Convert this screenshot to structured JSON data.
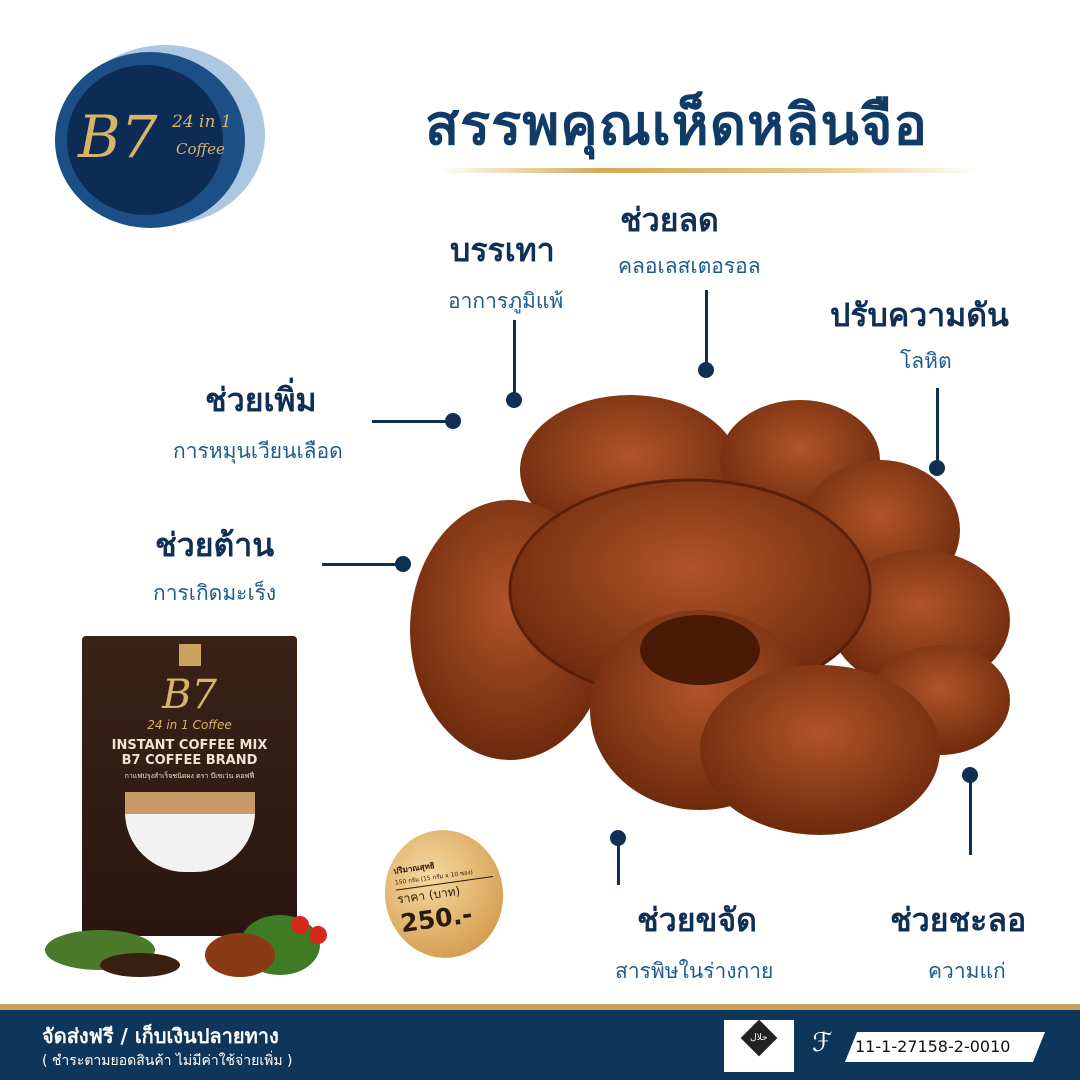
{
  "logo": {
    "brand": "B7",
    "tagline": "24 in 1",
    "sub": "Coffee"
  },
  "title": "สรรพคุณเห็ดหลินจือ",
  "benefits": [
    {
      "heading": "ช่วยลด",
      "sub": "คลอเลสเตอรอล"
    },
    {
      "heading": "บรรเทา",
      "sub": "อาการภูมิแพ้"
    },
    {
      "heading": "ปรับความดัน",
      "sub": "โลหิต"
    },
    {
      "heading": "ช่วยเพิ่ม",
      "sub": "การหมุนเวียนเลือด"
    },
    {
      "heading": "ช่วยต้าน",
      "sub": "การเกิดมะเร็ง"
    },
    {
      "heading": "ช่วยขจัด",
      "sub": "สารพิษในร่างกาย"
    },
    {
      "heading": "ช่วยชะลอ",
      "sub": "ความแก่"
    }
  ],
  "product": {
    "brand": "B7",
    "tagline": "24 in 1",
    "sub": "Coffee",
    "line1": "INSTANT COFFEE MIX",
    "line2": "B7 COFFEE BRAND",
    "line3": "กาแฟปรุงสำเร็จชนิดผง ตรา บีเซเว่น คอฟฟี่"
  },
  "price_badge": {
    "net_label": "ปริมาณสุทธิ",
    "net_value": "150 กรัม (15 กรัม x 10 ซอง)",
    "price_label": "ราคา (บาท)",
    "price": "250.-"
  },
  "footer": {
    "line1": "จัดส่งฟรี / เก็บเงินปลายทาง",
    "line2": "( ชำระตามยอดสินค้า ไม่มีค่าใช้จ่ายเพิ่ม )",
    "halal": "حلال",
    "fda_number": "11-1-27158-2-0010"
  },
  "colors": {
    "navy": "#0e355a",
    "gold": "#c9a45e",
    "mushroom": "#8a3a14"
  }
}
